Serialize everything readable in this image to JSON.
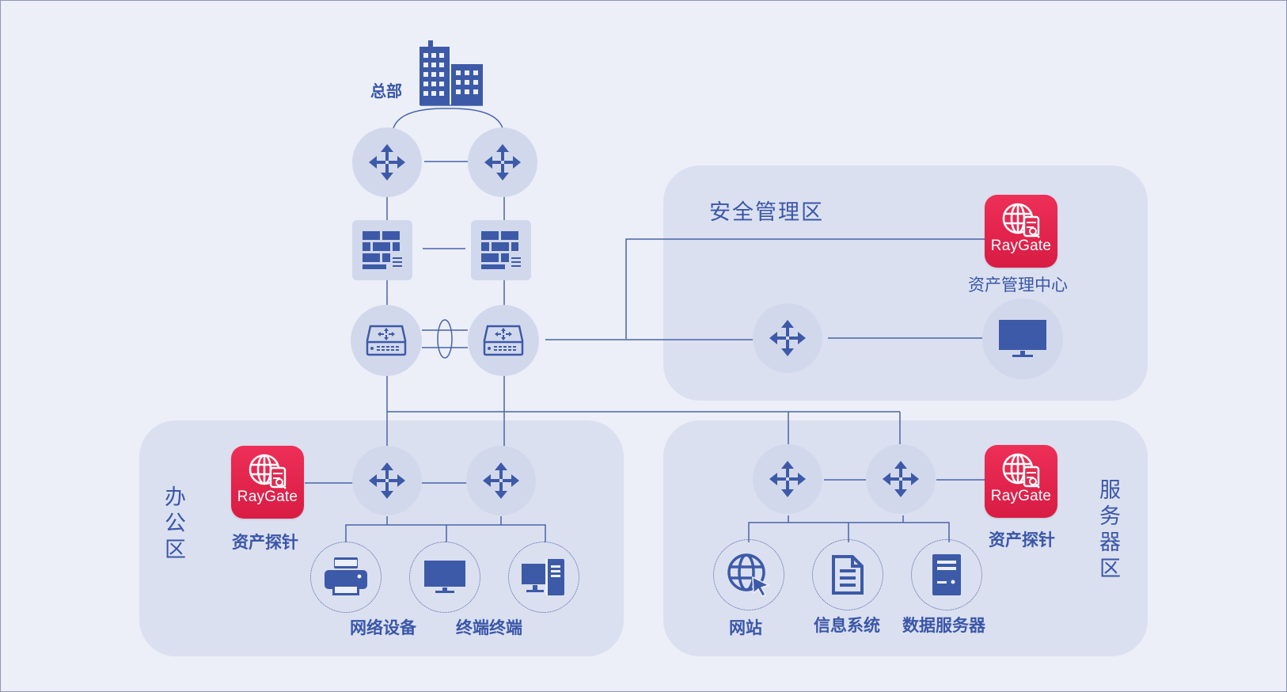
{
  "headquarters": {
    "label": "总部"
  },
  "zones": {
    "security": {
      "title": "安全管理区",
      "center_label": "资产管理中心"
    },
    "office": {
      "title": "办公区",
      "probe_label": "资产探针",
      "labels": [
        "网络设备",
        "终端终端"
      ]
    },
    "server": {
      "title": "服务器区",
      "probe_label": "资产探针",
      "labels": [
        "网站",
        "信息系统",
        "数据服务器"
      ]
    }
  },
  "brand": {
    "name": "RayGate",
    "color": "#e02a4f"
  },
  "colors": {
    "background": "#eceff8",
    "zone": "#dbe0f0",
    "node": "#d2d8ec",
    "icon": "#3d5aa8",
    "line": "#4a64a8"
  },
  "icons": {
    "router": "router-arrows-icon",
    "firewall": "firewall-brick-icon",
    "core_switch": "core-switch-icon",
    "building": "building-icon",
    "monitor": "monitor-icon",
    "printer": "printer-icon",
    "desktop": "desktop-pc-icon",
    "globe": "globe-cursor-icon",
    "document": "document-icon",
    "server": "server-tower-icon",
    "raygate": "raygate-globe-icon"
  }
}
